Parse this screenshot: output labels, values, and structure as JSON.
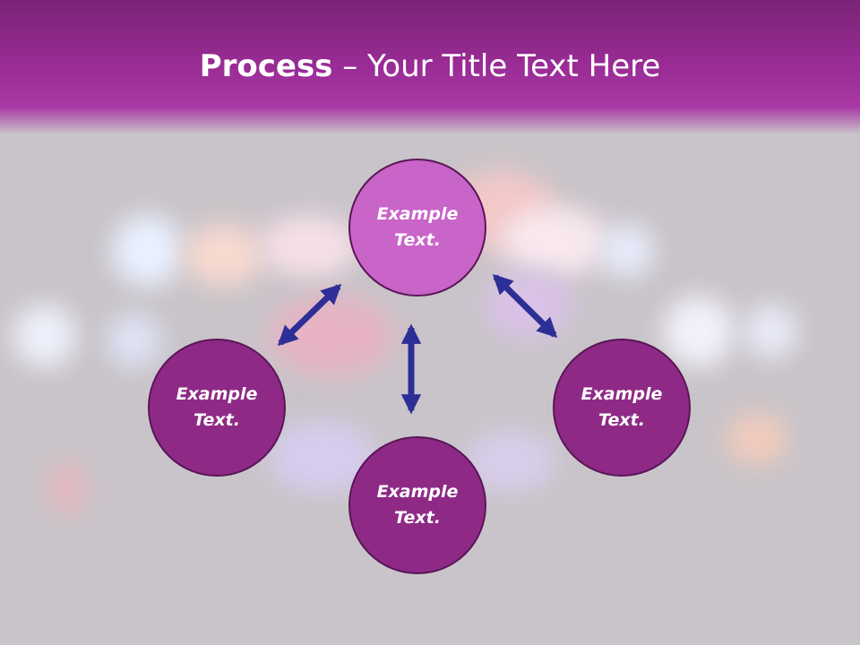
{
  "slide": {
    "title_bold": "Process",
    "title_rest": " – Your Title Text Here"
  },
  "nodes": [
    {
      "id": "top",
      "line1": "Example",
      "line2": "Text."
    },
    {
      "id": "left",
      "line1": "Example",
      "line2": "Text."
    },
    {
      "id": "bottom",
      "line1": "Example",
      "line2": "Text."
    },
    {
      "id": "right",
      "line1": "Example",
      "line2": "Text."
    }
  ],
  "colors": {
    "header": "#9a2c96",
    "node_highlight": "#c964c8",
    "node": "#8e2a86",
    "arrow": "#2e2f96"
  },
  "arrows": [
    "double-arrow-top-left",
    "double-arrow-top-bottom",
    "double-arrow-top-right"
  ]
}
